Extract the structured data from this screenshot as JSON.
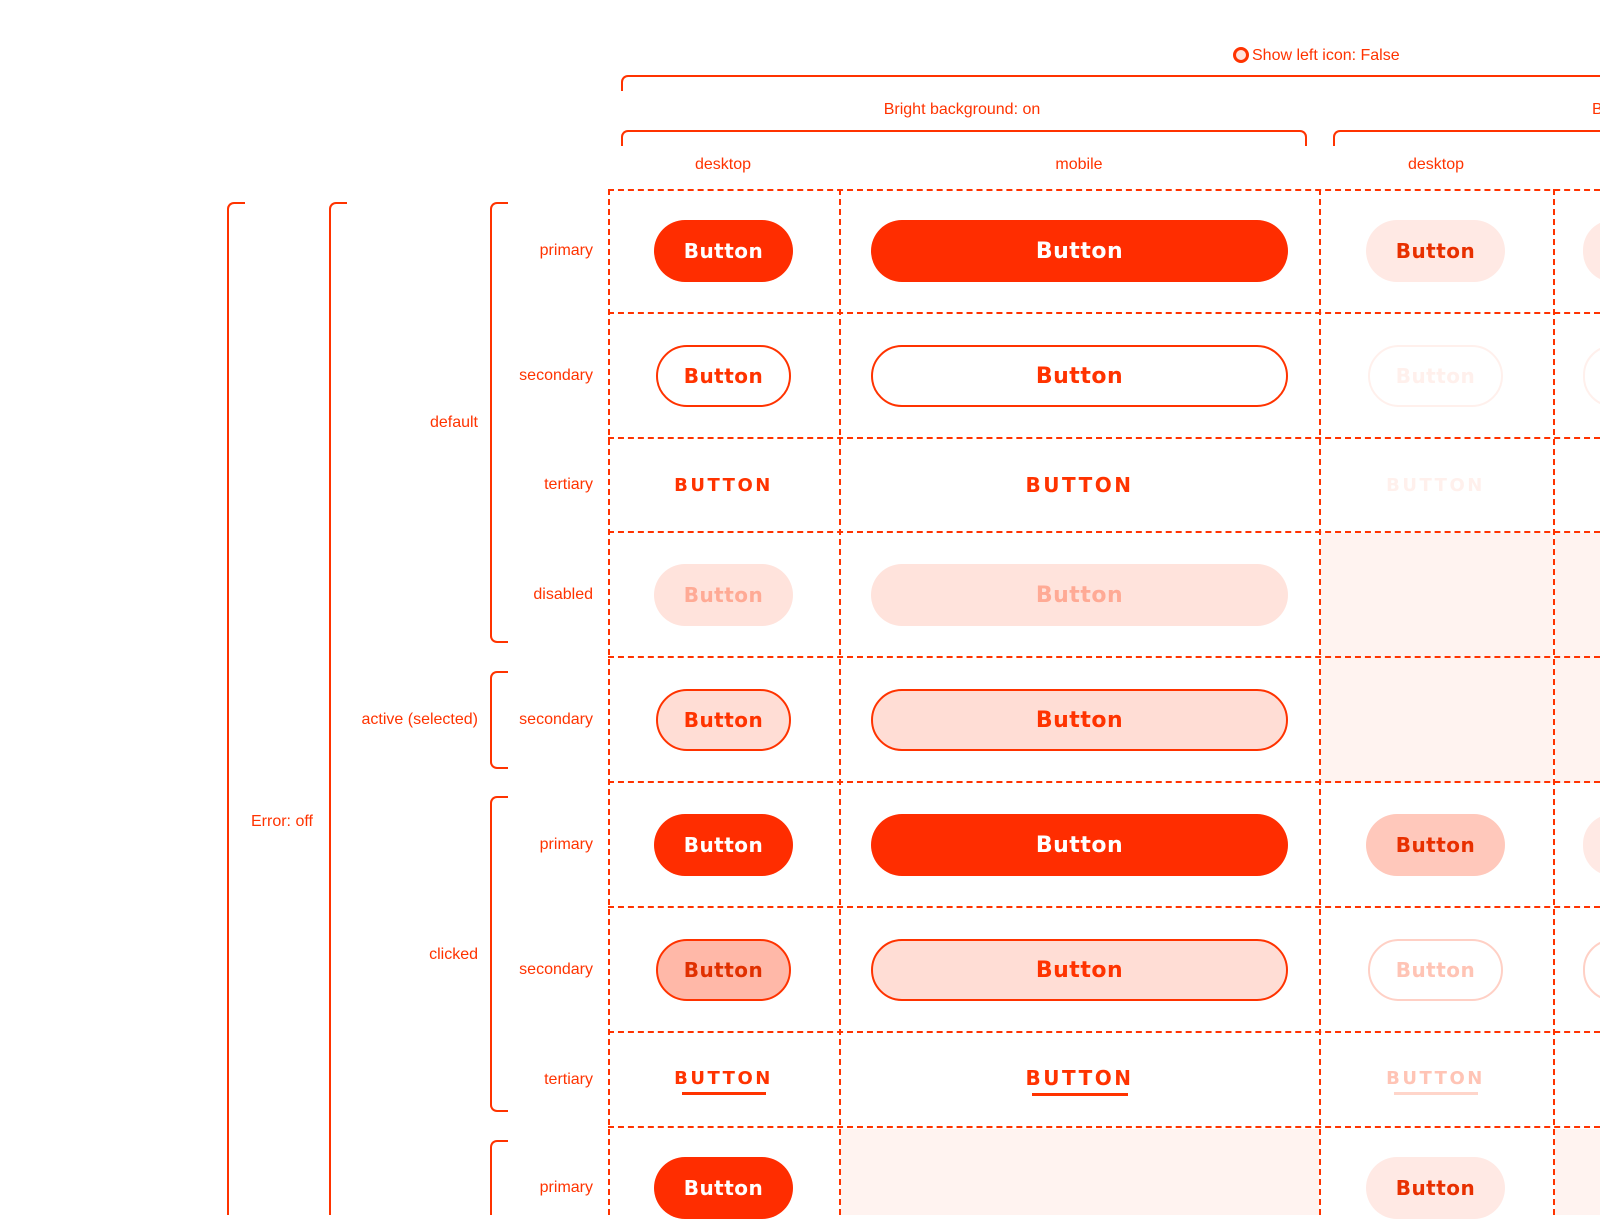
{
  "header": {
    "icon_toggle_label": "Show left icon: False",
    "bright_on": "Bright background: on",
    "bright_off_partial": "B",
    "columns": [
      "desktop",
      "mobile",
      "desktop"
    ]
  },
  "groups": {
    "error": "Error: off",
    "default": "default",
    "active": "active (selected)",
    "clicked": "clicked"
  },
  "rows": {
    "primary_1": "primary",
    "secondary_1": "secondary",
    "tertiary_1": "tertiary",
    "disabled_1": "disabled",
    "secondary_active": "secondary",
    "primary_clicked": "primary",
    "secondary_clicked": "secondary",
    "tertiary_clicked": "tertiary",
    "primary_last": "primary"
  },
  "buttons": {
    "label": "Button",
    "tertiary_label": "BUTTON"
  },
  "colors": {
    "accent": "#ff3300",
    "primary_fill": "#ff2d00",
    "light_fill": "#ffe9e4",
    "shade": "#fff3f0"
  }
}
